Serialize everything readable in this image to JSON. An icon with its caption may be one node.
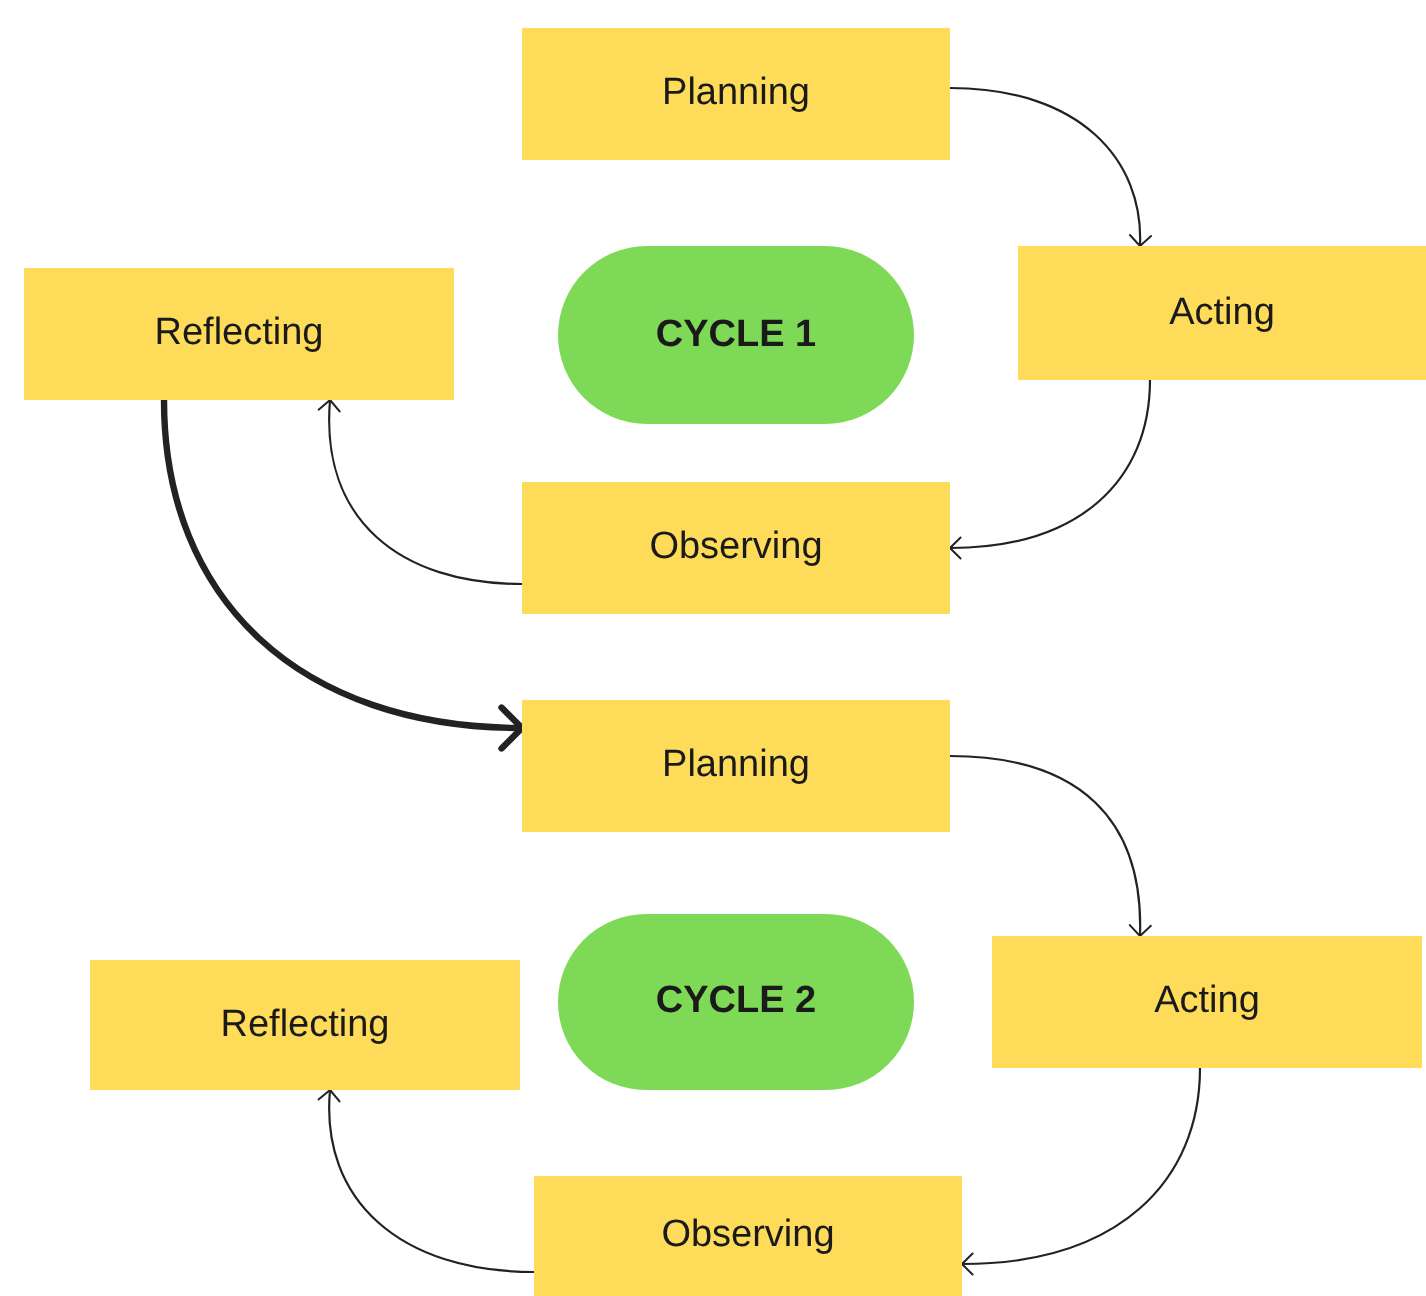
{
  "diagram": {
    "nodes": [
      {
        "text": [
          "Planning"
        ]
      },
      {
        "text": [
          "Reflecting"
        ]
      },
      {
        "text": [
          "CYCLE 1"
        ]
      },
      {
        "text": [
          "Acting"
        ]
      },
      {
        "text": [
          "Observing"
        ]
      },
      {
        "text": [
          "Planning"
        ]
      },
      {
        "text": [
          "CYCLE 2"
        ]
      },
      {
        "text": [
          "Reflecting"
        ]
      },
      {
        "text": [
          "Acting"
        ]
      },
      {
        "text": [
          "Observing"
        ]
      }
    ],
    "edges": [
      {
        "from": 0,
        "to": 3,
        "arrow": "to"
      },
      {
        "from": 3,
        "to": 4,
        "arrow": "to"
      },
      {
        "from": 4,
        "to": 1,
        "arrow": "to"
      },
      {
        "from": 1,
        "to": 5,
        "arrow": "to",
        "style": "thick"
      },
      {
        "from": 5,
        "to": 8,
        "arrow": "to"
      },
      {
        "from": 8,
        "to": 9,
        "arrow": "to"
      },
      {
        "from": 9,
        "to": 7,
        "arrow": "to"
      }
    ]
  }
}
